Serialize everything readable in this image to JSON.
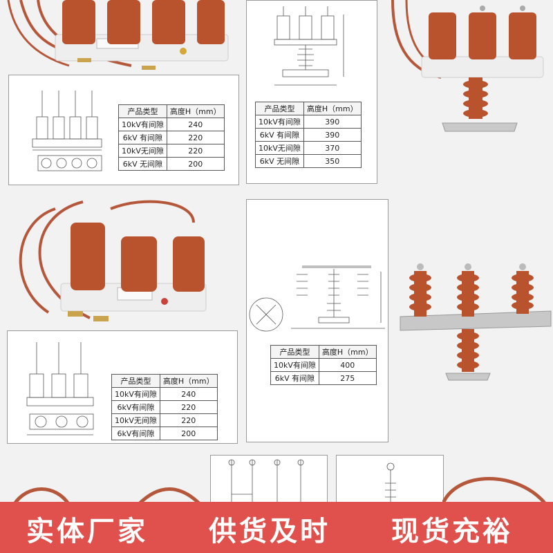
{
  "table1": {
    "headers": [
      "产品类型",
      "高度H（mm）"
    ],
    "rows": [
      [
        "10kV有间隙",
        "240"
      ],
      [
        "6kV 有间隙",
        "220"
      ],
      [
        "10kV无间隙",
        "220"
      ],
      [
        "6kV 无间隙",
        "200"
      ]
    ]
  },
  "table2": {
    "headers": [
      "产品类型",
      "高度H（mm）"
    ],
    "rows": [
      [
        "10kV有间隙",
        "390"
      ],
      [
        "6kV 有间隙",
        "390"
      ],
      [
        "10kV无间隙",
        "370"
      ],
      [
        "6kV 无间隙",
        "350"
      ]
    ]
  },
  "table3": {
    "headers": [
      "产品类型",
      "高度H（mm）"
    ],
    "rows": [
      [
        "10kV有间隙",
        "240"
      ],
      [
        "6kV有间隙",
        "220"
      ],
      [
        "10kV无间隙",
        "220"
      ],
      [
        "6kV有间隙",
        "200"
      ]
    ]
  },
  "table4": {
    "headers": [
      "产品类型",
      "高度H（mm）"
    ],
    "rows": [
      [
        "10kV有间隙",
        "400"
      ],
      [
        "6kV 有间隙",
        "275"
      ]
    ]
  },
  "banner": {
    "items": [
      "实体厂家",
      "供货及时",
      "现货充裕"
    ]
  },
  "colors": {
    "insulator": "#b8532e",
    "banner": "#e0504c"
  }
}
